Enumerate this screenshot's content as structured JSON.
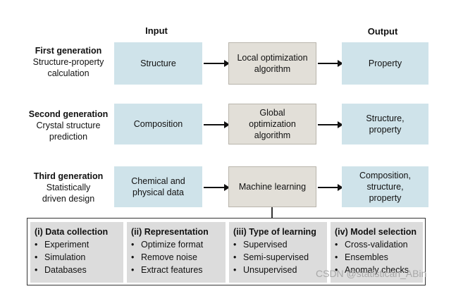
{
  "headers": {
    "input": "Input",
    "output": "Output"
  },
  "rows": [
    {
      "title": "First generation",
      "subtitle_lines": [
        "Structure-property",
        "calculation"
      ],
      "input": [
        "Structure"
      ],
      "method": [
        "Local optimization",
        "algorithm"
      ],
      "output": [
        "Property"
      ]
    },
    {
      "title": "Second generation",
      "subtitle_lines": [
        "Crystal structure",
        "prediction"
      ],
      "input": [
        "Composition"
      ],
      "method": [
        "Global",
        "optimization",
        "algorithm"
      ],
      "output": [
        "Structure,",
        "property"
      ]
    },
    {
      "title": "Third generation",
      "subtitle_lines": [
        "Statistically",
        "driven design"
      ],
      "input": [
        "Chemical and",
        "physical data"
      ],
      "method": [
        "Machine learning"
      ],
      "output": [
        "Composition,",
        "structure,",
        "property"
      ]
    }
  ],
  "panels": [
    {
      "title": "(i) Data collection",
      "items": [
        "Experiment",
        "Simulation",
        "Databases"
      ]
    },
    {
      "title": "(ii) Representation",
      "items": [
        "Optimize format",
        "Remove noise",
        "Extract features"
      ]
    },
    {
      "title": "(iii) Type of learning",
      "items": [
        "Supervised",
        "Semi-supervised",
        "Unsupervised"
      ]
    },
    {
      "title": "(iv) Model selection",
      "items": [
        "Cross-validation",
        "Ensembles",
        "Anomaly checks"
      ]
    }
  ],
  "watermark": "CSDN @statistican_ABin",
  "colors": {
    "input_output_fill": "#cfe3ea",
    "method_fill": "#e2dfd8",
    "panel_fill": "#dcdcdc"
  }
}
